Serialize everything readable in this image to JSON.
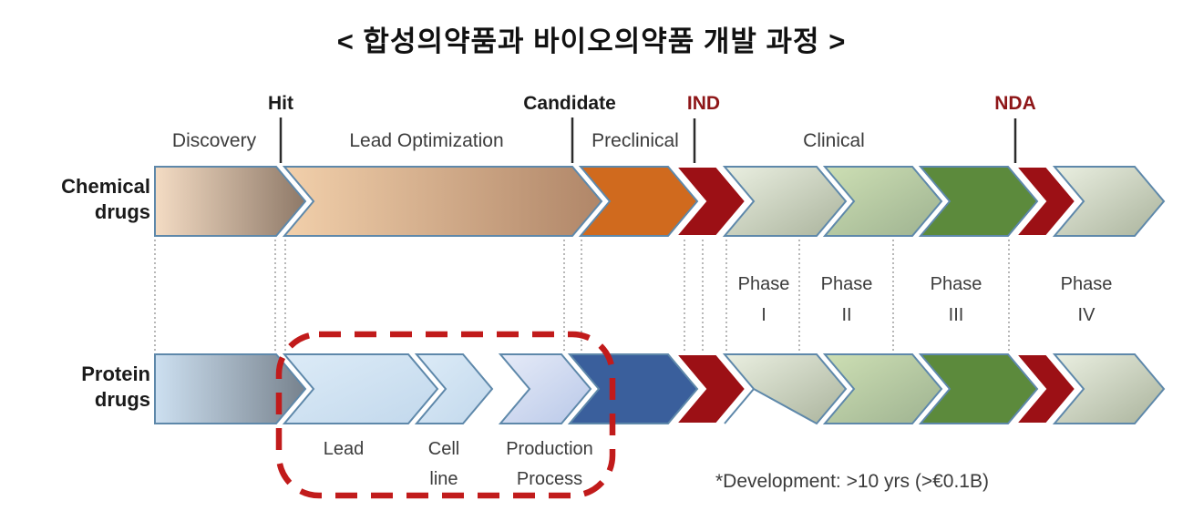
{
  "title": "< 합성의약품과 바이오의약품 개발 과정 >",
  "rows": {
    "chemical": {
      "line1": "Chemical",
      "line2": "drugs"
    },
    "protein": {
      "line1": "Protein",
      "line2": "drugs"
    }
  },
  "milestones": {
    "hit": "Hit",
    "candidate": "Candidate",
    "ind": "IND",
    "nda": "NDA"
  },
  "stages_top": {
    "discovery": "Discovery",
    "lead_optimization": "Lead Optimization",
    "preclinical": "Preclinical",
    "clinical": "Clinical"
  },
  "phases": [
    {
      "word": "Phase",
      "numeral": "I"
    },
    {
      "word": "Phase",
      "numeral": "II"
    },
    {
      "word": "Phase",
      "numeral": "III"
    },
    {
      "word": "Phase",
      "numeral": "IV"
    }
  ],
  "protein_stages": {
    "lead": "Lead",
    "cell_line_line1": "Cell",
    "cell_line_line2": "line",
    "production_line1": "Production",
    "production_line2": "Process"
  },
  "footnote": "*Development: >10 yrs (>€0.1B)",
  "colors": {
    "milestone_red_text": "#8e1618",
    "gate_chevron_maroon": "#9c1015",
    "preclinical_orange": "#d06a1e",
    "preclinical_protein_blue": "#3a5f9c",
    "phase3_green": "#5c8a3c",
    "arrow_border_blue": "#5e88aa",
    "highlight_dashed_red": "#c11b1b",
    "connector_gray": "#9a9a9a"
  }
}
